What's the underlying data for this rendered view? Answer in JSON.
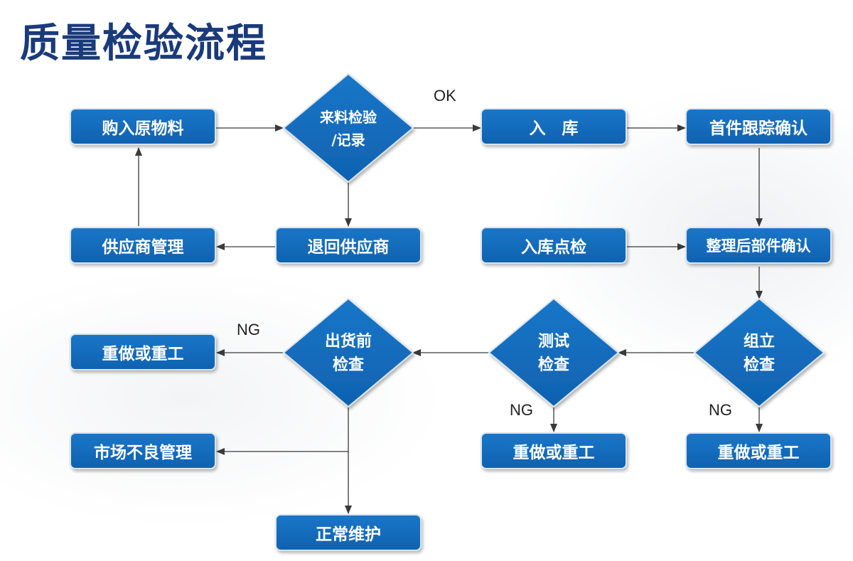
{
  "title": "质量检验流程",
  "nodes": {
    "purchase": "购入原物料",
    "incoming_inspection": [
      "来料检验",
      "/记录"
    ],
    "warehousing": "入　库",
    "first_article": "首件跟踪确认",
    "supplier_mgmt": "供应商管理",
    "return_supplier": "退回供应商",
    "warehouse_check": "入库点检",
    "post_sort_confirm": "整理后部件确认",
    "rework_1": "重做或重工",
    "pre_shipment": [
      "出货前",
      "检查"
    ],
    "test_inspection": [
      "测试",
      "检查"
    ],
    "assembly_inspection": [
      "组立",
      "检查"
    ],
    "field_defect_mgmt": "市场不良管理",
    "rework_2": "重做或重工",
    "rework_3": "重做或重工",
    "maintenance": "正常维护"
  },
  "labels": {
    "ok": "OK",
    "ng_shipment": "NG",
    "ng_test": "NG",
    "ng_assembly": "NG"
  },
  "colors": {
    "node_fill": "#1569bb",
    "title": "#1a3a7a",
    "arrow": "#3a3a3a"
  }
}
